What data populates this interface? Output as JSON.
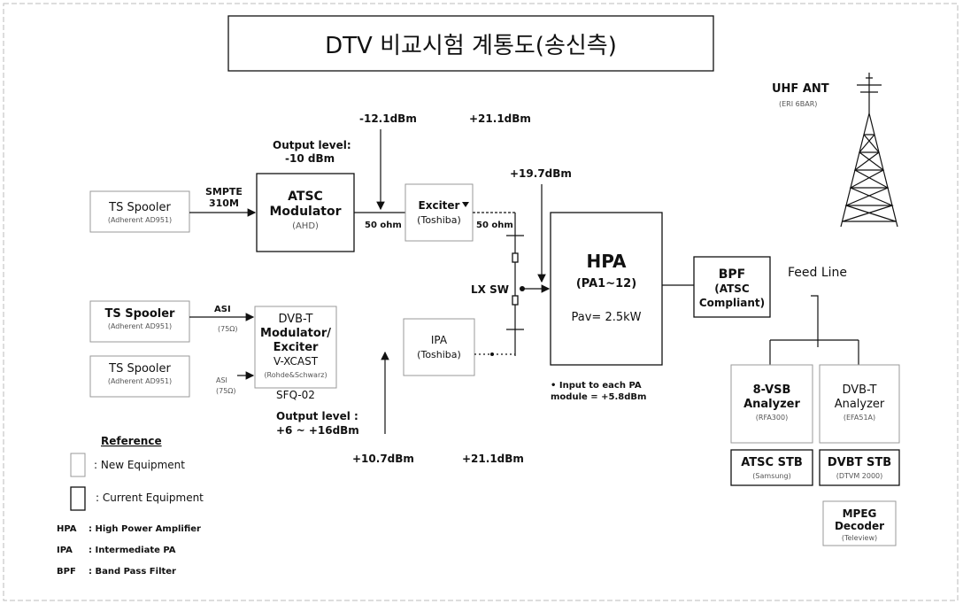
{
  "title": "DTV 비교시험 계통도(송신측)",
  "colors": {
    "line": "#111111",
    "background": "#ffffff",
    "new_equipment_border": "#999999"
  },
  "blocks": {
    "ts_spooler_1": {
      "name": "TS Spooler",
      "sub": "(Adherent AD951)"
    },
    "ts_spooler_2": {
      "name": "TS Spooler",
      "sub": "(Adherent AD951)"
    },
    "ts_spooler_3": {
      "name": "TS Spooler",
      "sub": "(Adherent AD951)"
    },
    "atsc_mod": {
      "line1": "ATSC",
      "line2": "Modulator",
      "sub": "(AHD)"
    },
    "exciter": {
      "name": "Exciter",
      "sub": "(Toshiba)"
    },
    "dvbt_mod": {
      "line1": "DVB-T",
      "line2": "Modulator/",
      "line3": "Exciter",
      "line4": "V-XCAST",
      "sub": "(Rohde&Schwarz)",
      "model": "SFQ-02"
    },
    "ipa": {
      "name": "IPA",
      "sub": "(Toshiba)"
    },
    "hpa": {
      "name": "HPA",
      "range": "(PA1~12)",
      "power": "Pav= 2.5kW"
    },
    "bpf": {
      "line1": "BPF",
      "line2": "(ATSC",
      "line3": "Compliant)"
    },
    "vsb_analyzer": {
      "line1": "8-VSB",
      "line2": "Analyzer",
      "sub": "(RFA300)"
    },
    "dvbt_analyzer": {
      "line1": "DVB-T",
      "line2": "Analyzer",
      "sub": "(EFA51A)"
    },
    "atsc_stb": {
      "name": "ATSC STB",
      "sub": "(Samsung)"
    },
    "dvbt_stb": {
      "name": "DVBT STB",
      "sub": "(DTVM 2000)"
    },
    "mpeg_decoder": {
      "line1": "MPEG",
      "line2": "Decoder",
      "sub": "(Teleview)"
    }
  },
  "labels": {
    "uhf_ant": "UHF ANT",
    "uhf_ant_sub": "(ERI 6BAR)",
    "feed_line": "Feed Line",
    "smpte": "SMPTE",
    "smpte_sub": "310M",
    "asi_1": "ASI",
    "asi_1_sub": "(75Ω)",
    "asi_2": "ASI",
    "asi_2_sub": "(75Ω)",
    "ohm_1": "50 ohm",
    "ohm_2": "50 ohm",
    "lx_sw": "LX SW",
    "out_level_1": "Output level:",
    "out_level_1_val": "-10 dBm",
    "out_level_2": "Output level :",
    "out_level_2_val": "+6 ~ +16dBm",
    "lvl_m12": "-12.1dBm",
    "lvl_p21_top": "+21.1dBm",
    "lvl_p19": "+19.7dBm",
    "lvl_p10": "+10.7dBm",
    "lvl_p21_bot": "+21.1dBm",
    "pa_note_1": "• Input to each PA",
    "pa_note_2": "module = +5.8dBm"
  },
  "legend": {
    "title": "Reference",
    "new_equipment": ": New Equipment",
    "current_equipment": ": Current  Equipment",
    "abbr": [
      {
        "key": "HPA",
        "desc": ":  High Power Amplifier"
      },
      {
        "key": "IPA",
        "desc": ":  Intermediate PA"
      },
      {
        "key": "BPF",
        "desc": ":  Band Pass Filter"
      }
    ]
  }
}
